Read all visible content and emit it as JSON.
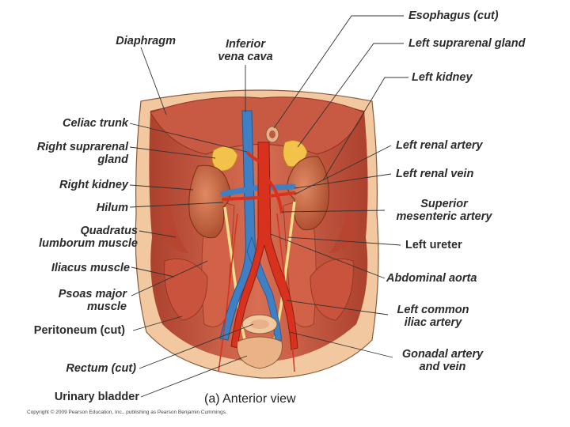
{
  "figure": {
    "caption": "(a) Anterior view",
    "copyright": "Copyright © 2009 Pearson Education, Inc., publishing as Pearson Benjamin Cummings."
  },
  "labels_left": {
    "diaphragm": "Diaphragm",
    "celiac_trunk": "Celiac trunk",
    "right_suprarenal_1": "Right suprarenal",
    "right_suprarenal_2": "gland",
    "right_kidney": "Right kidney",
    "hilum": "Hilum",
    "quadratus_1": "Quadratus",
    "quadratus_2": "lumborum muscle",
    "iliacus": "Iliacus muscle",
    "psoas_1": "Psoas major",
    "psoas_2": "muscle",
    "peritoneum": "Peritoneum (cut)",
    "rectum": "Rectum (cut)",
    "bladder": "Urinary bladder"
  },
  "labels_top": {
    "ivc_1": "Inferior",
    "ivc_2": "vena cava"
  },
  "labels_right": {
    "esophagus": "Esophagus (cut)",
    "left_suprarenal": "Left suprarenal gland",
    "left_kidney": "Left kidney",
    "left_renal_artery": "Left renal artery",
    "left_renal_vein": "Left renal vein",
    "sma_1": "Superior",
    "sma_2": "mesenteric artery",
    "left_ureter": "Left ureter",
    "abdominal_aorta": "Abdominal aorta",
    "left_common_iliac_1": "Left common",
    "left_common_iliac_2": "iliac artery",
    "gonadal_1": "Gonadal artery",
    "gonadal_2": "and vein"
  },
  "colors": {
    "muscle": "#c9503a",
    "muscle_dark": "#9a3424",
    "skin": "#f2c8a0",
    "kidney": "#c9663f",
    "artery": "#d8321f",
    "vein": "#3f7fc4",
    "gland": "#f2c24a",
    "ureter": "#f3dc8c",
    "leader": "#333333"
  }
}
